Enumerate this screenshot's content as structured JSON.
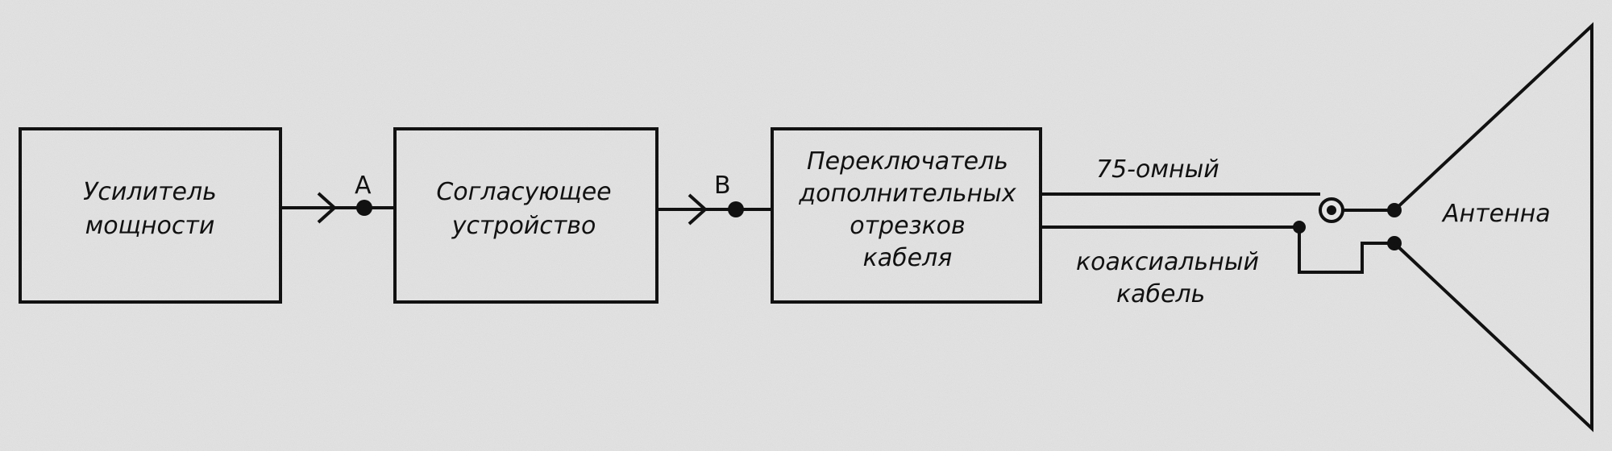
{
  "blocks": {
    "amplifier": {
      "line1": "Усилитель",
      "line2": "мощности"
    },
    "matcher": {
      "line1": "Согласующее",
      "line2": "устройство"
    },
    "switch": {
      "line1": "Переключатель",
      "line2": "дополнительных",
      "line3": "отрезков",
      "line4": "кабеля"
    }
  },
  "points": {
    "a": "A",
    "b": "B"
  },
  "cable": {
    "line1": "75-омный",
    "line2": "коаксиальный",
    "line3": "кабель"
  },
  "antenna": {
    "label": "Антенна"
  }
}
